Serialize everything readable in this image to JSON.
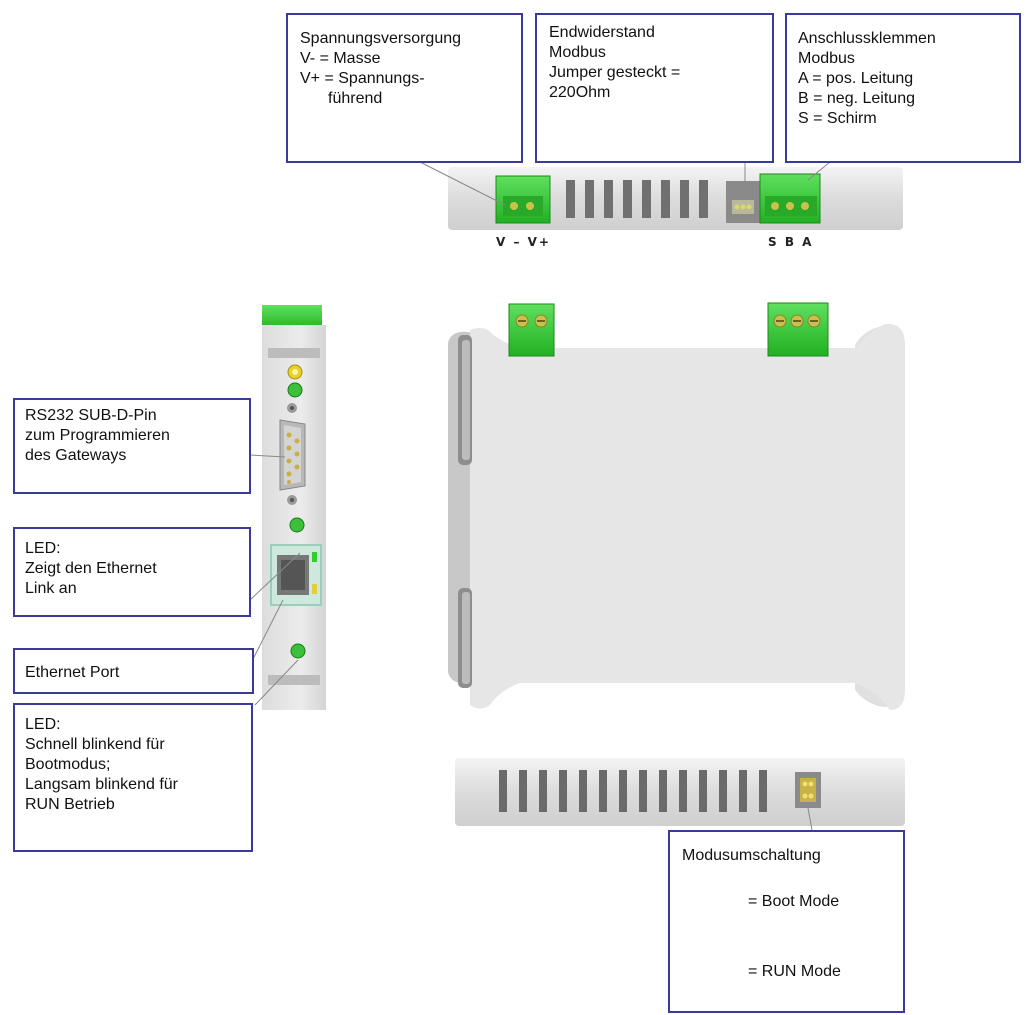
{
  "callouts": {
    "power": {
      "title": "Spannungsversorgung",
      "line1": "V-  = Masse",
      "line2": "V+  = Spannungs-",
      "line3": "führend"
    },
    "terminator": {
      "title": "Endwiderstand",
      "line1": "Modbus",
      "line2": "Jumper gesteckt =",
      "line3": "220Ohm"
    },
    "terminals": {
      "title": "Anschlussklemmen",
      "line1": "Modbus",
      "line2": "A = pos. Leitung",
      "line3": "B = neg. Leitung",
      "line4": "S = Schirm"
    },
    "rs232": {
      "line1": "RS232 SUB-D-Pin",
      "line2": "zum Programmieren",
      "line3": "des Gateways"
    },
    "led_link": {
      "line1": "LED:",
      "line2": "Zeigt den Ethernet",
      "line3": "Link an"
    },
    "ethernet": {
      "line1": "Ethernet Port"
    },
    "led_status": {
      "line1": "LED:",
      "line2": "Schnell blinkend für",
      "line3": "Bootmodus;",
      "line4": "Langsam blinkend für",
      "line5": "RUN Betrieb"
    },
    "mode": {
      "title": "Modusumschaltung",
      "boot": "= Boot Mode",
      "run": "= RUN Mode"
    }
  },
  "terminal_labels": {
    "power": "V – V+",
    "modbus": "S B A"
  },
  "colors": {
    "border": "#3a3a9a",
    "terminal_green": "#33cc33",
    "housing_gray": "#e4e4e4",
    "slot_gray": "#6e6e6e"
  }
}
